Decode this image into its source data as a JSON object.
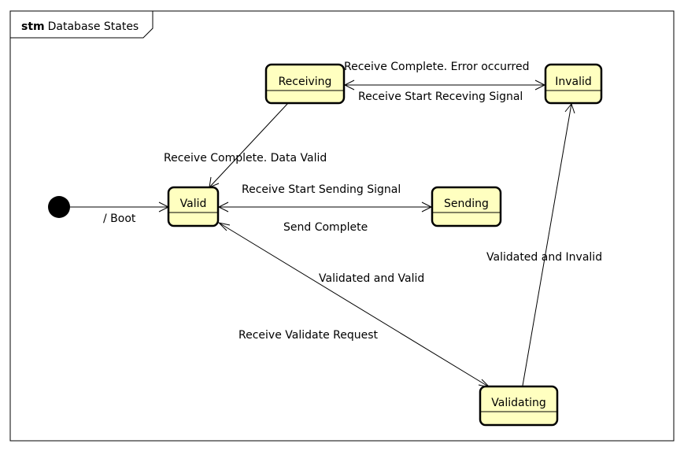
{
  "diagram": {
    "frame_keyword": "stm",
    "frame_name": "Database States",
    "states": {
      "receiving": "Receiving",
      "invalid": "Invalid",
      "valid": "Valid",
      "sending": "Sending",
      "validating": "Validating"
    },
    "transitions": {
      "boot": "/ Boot",
      "receive_complete_error": "Receive Complete. Error occurred",
      "receive_start_receiving": "Receive Start Receving Signal",
      "receive_complete_valid": "Receive Complete. Data Valid",
      "receive_start_sending": "Receive Start Sending Signal",
      "send_complete": "Send Complete",
      "validated_valid": "Validated and Valid",
      "receive_validate_request": "Receive Validate Request",
      "validated_invalid": "Validated and Invalid"
    }
  }
}
